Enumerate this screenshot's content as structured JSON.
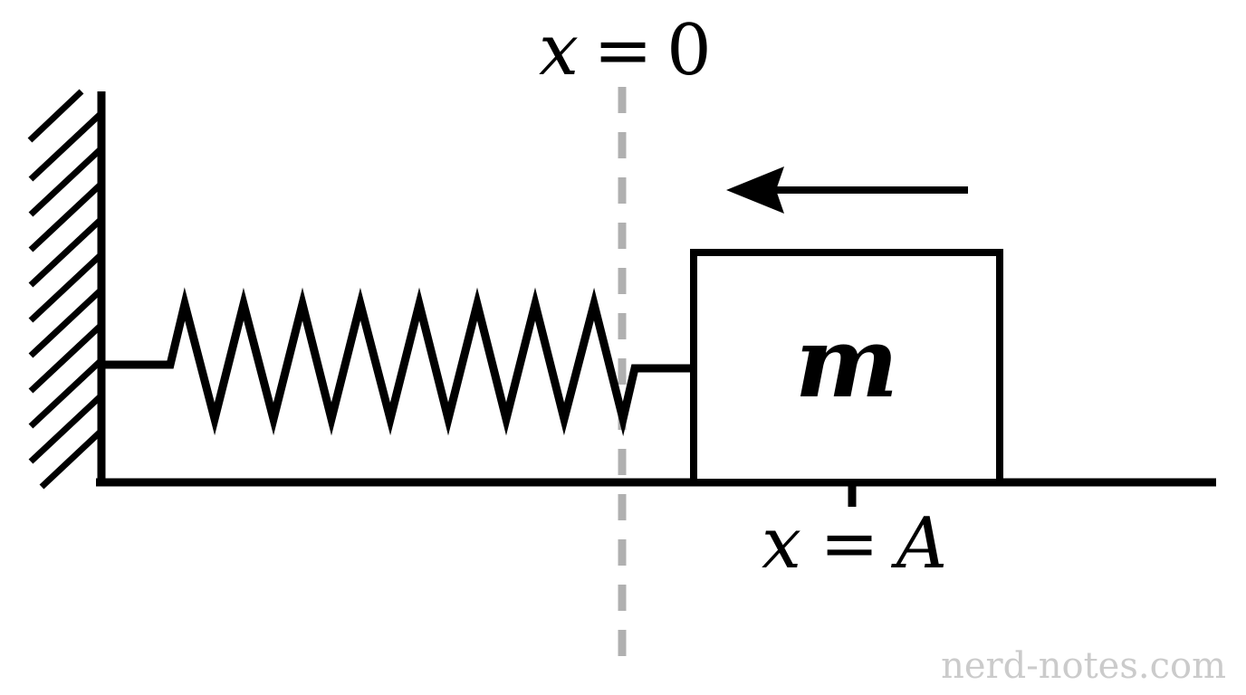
{
  "diagram": {
    "labels": {
      "equilibrium": {
        "lhs": "x",
        "rel": "=",
        "rhs": "0"
      },
      "displacement": {
        "lhs": "x",
        "rel": "=",
        "rhs": "A"
      },
      "mass": "m"
    },
    "arrow_direction": "left",
    "watermark": "nerd-notes.com",
    "colors": {
      "ink": "#000000",
      "background": "#ffffff",
      "dashed_line": "#b0b0b0",
      "watermark": "#cbcbcb"
    }
  }
}
